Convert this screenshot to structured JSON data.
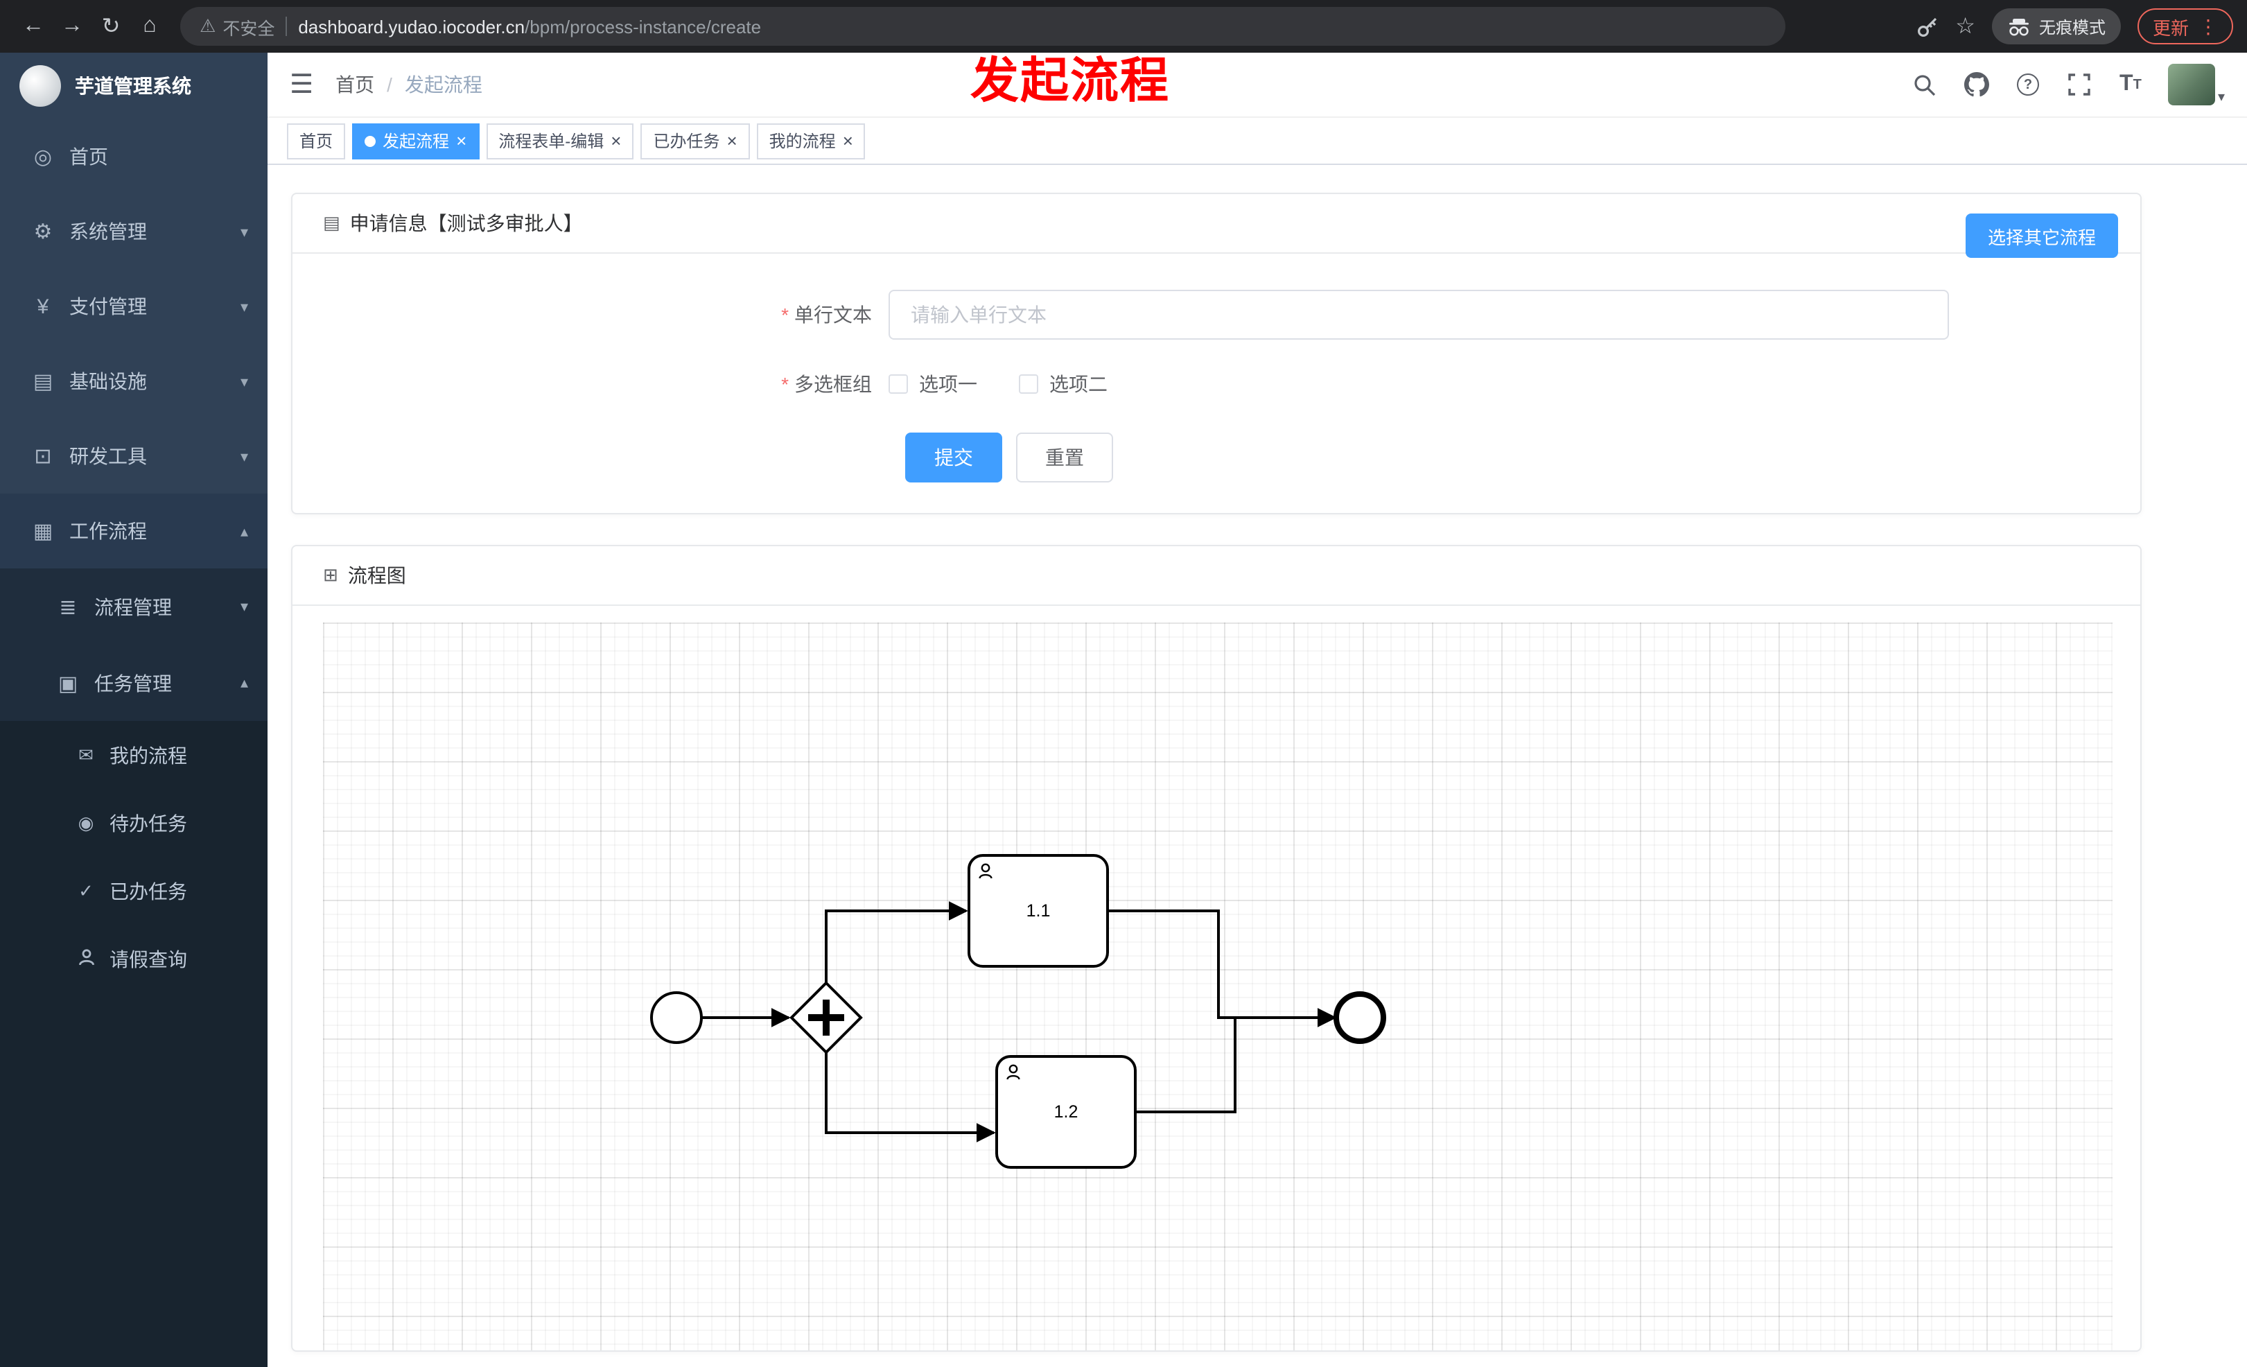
{
  "browser": {
    "security_label": "不安全",
    "url_domain": "dashboard.yudao.iocoder.cn",
    "url_path": "/bpm/process-instance/create",
    "incognito_label": "无痕模式",
    "update_label": "更新"
  },
  "annotation": {
    "text": "发起流程",
    "color": "#fe0000"
  },
  "app": {
    "title": "芋道管理系统"
  },
  "sidebar": {
    "items": [
      {
        "label": "首页"
      },
      {
        "label": "系统管理"
      },
      {
        "label": "支付管理"
      },
      {
        "label": "基础设施"
      },
      {
        "label": "研发工具"
      },
      {
        "label": "工作流程"
      }
    ],
    "sub_items": [
      {
        "label": "流程管理"
      },
      {
        "label": "任务管理"
      }
    ],
    "leaf_items": [
      {
        "label": "我的流程"
      },
      {
        "label": "待办任务"
      },
      {
        "label": "已办任务"
      },
      {
        "label": "请假查询"
      }
    ]
  },
  "header": {
    "breadcrumb_home": "首页",
    "breadcrumb_current": "发起流程"
  },
  "tabs": [
    {
      "label": "首页",
      "active": false
    },
    {
      "label": "发起流程",
      "active": true
    },
    {
      "label": "流程表单-编辑",
      "active": false
    },
    {
      "label": "已办任务",
      "active": false
    },
    {
      "label": "我的流程",
      "active": false
    }
  ],
  "form_card": {
    "title": "申请信息【测试多审批人】",
    "choose_other_label": "选择其它流程",
    "text_field": {
      "label": "单行文本",
      "required": true,
      "placeholder": "请输入单行文本",
      "value": ""
    },
    "checkbox_group": {
      "label": "多选框组",
      "required": true,
      "options": [
        {
          "label": "选项一",
          "checked": false
        },
        {
          "label": "选项二",
          "checked": false
        }
      ]
    },
    "submit_label": "提交",
    "reset_label": "重置"
  },
  "diagram_card": {
    "title": "流程图",
    "tasks": [
      {
        "label": "1.1"
      },
      {
        "label": "1.2"
      }
    ]
  },
  "icons": {
    "back": "←",
    "forward": "→",
    "reload": "↻",
    "home": "⌂",
    "warning": "⚠",
    "star": "☆",
    "kebab": "⋮",
    "hamburger": "☰",
    "breadcrumb_separator": "/",
    "chevron_down": "▾",
    "chevron_up": "▴",
    "close": "×",
    "active_dot": "",
    "dashboard": "◎",
    "system": "⚙",
    "payment": "¥",
    "infrastructure": "▤",
    "devtools": "⊡",
    "workflow": "▦",
    "process": "≣",
    "task": "▣",
    "my_process": "✉",
    "todo": "◉",
    "done": "✓",
    "doc": "▤",
    "flow": "⊞",
    "help": "?",
    "font_big": "T",
    "font_small": "T",
    "avatar_caret": "▾"
  },
  "colors": {
    "accent": "#409eff",
    "sidebar_bg": "#304156",
    "sidebar_sub_bg": "#1f2d3d",
    "annotation": "#fe0000",
    "chrome_bg": "#202124",
    "danger": "#f56c6c"
  }
}
